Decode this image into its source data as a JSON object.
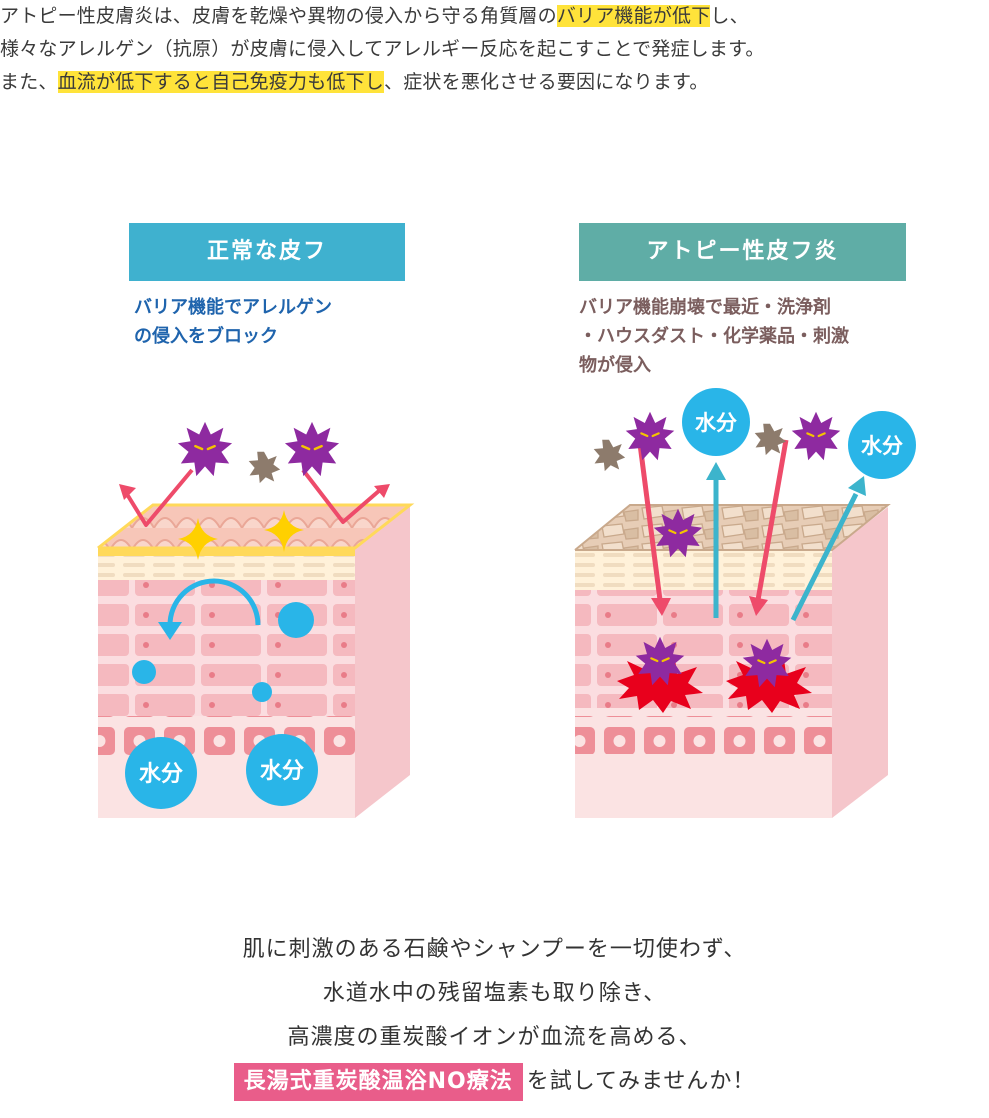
{
  "intro": {
    "l1_pre": "アトピー性皮膚炎は、皮膚を乾燥や異物の侵入から守る角質層の",
    "l1_hl": "バリア機能が低下",
    "l1_post": "し、",
    "l2": "様々なアレルゲン（抗原）が皮膚に侵入してアレルギー反応を起こすことで発症します。",
    "l3_pre": "また、",
    "l3_hl": "血流が低下すると自己免疫力も低下し",
    "l3_post": "、症状を悪化させる要因になります。"
  },
  "panels": {
    "normal": {
      "title": "正常な皮フ",
      "caption_1": "バリア機能でアレルゲン",
      "caption_2": "の侵入をブロック"
    },
    "atopy": {
      "title": "アトピー性皮フ炎",
      "caption_1": "バリア機能崩壊で最近・洗浄剤",
      "caption_2": "・ハウスダスト・化学薬品・刺激",
      "caption_3": "物が侵入"
    }
  },
  "water_label": "水分",
  "outro": {
    "l1": "肌に刺激のある石鹸やシャンプーを一切使わず、",
    "l2": "水道水中の残留塩素も取り除き、",
    "l3": "高濃度の重炭酸イオンが血流を高める、",
    "tag": "長湯式重炭酸温浴NO療法",
    "l4_post": "を試してみませんか！"
  },
  "colors": {
    "title_normal": "#3fb1cf",
    "title_atopy": "#5fada6",
    "highlight": "#ffe33a",
    "water": "#29b5e8",
    "allergen": "#8e2aa0",
    "inflammation": "#e8001c",
    "arrow_in": "#ee4b6a",
    "arrow_out": "#3cb4cc",
    "sparkle": "#ffd000",
    "tag": "#e95d8a"
  },
  "icons": [
    "allergen-virus-icon",
    "dust-particle-icon",
    "sparkle-icon",
    "water-droplet-icon",
    "inflammation-burst-icon"
  ]
}
